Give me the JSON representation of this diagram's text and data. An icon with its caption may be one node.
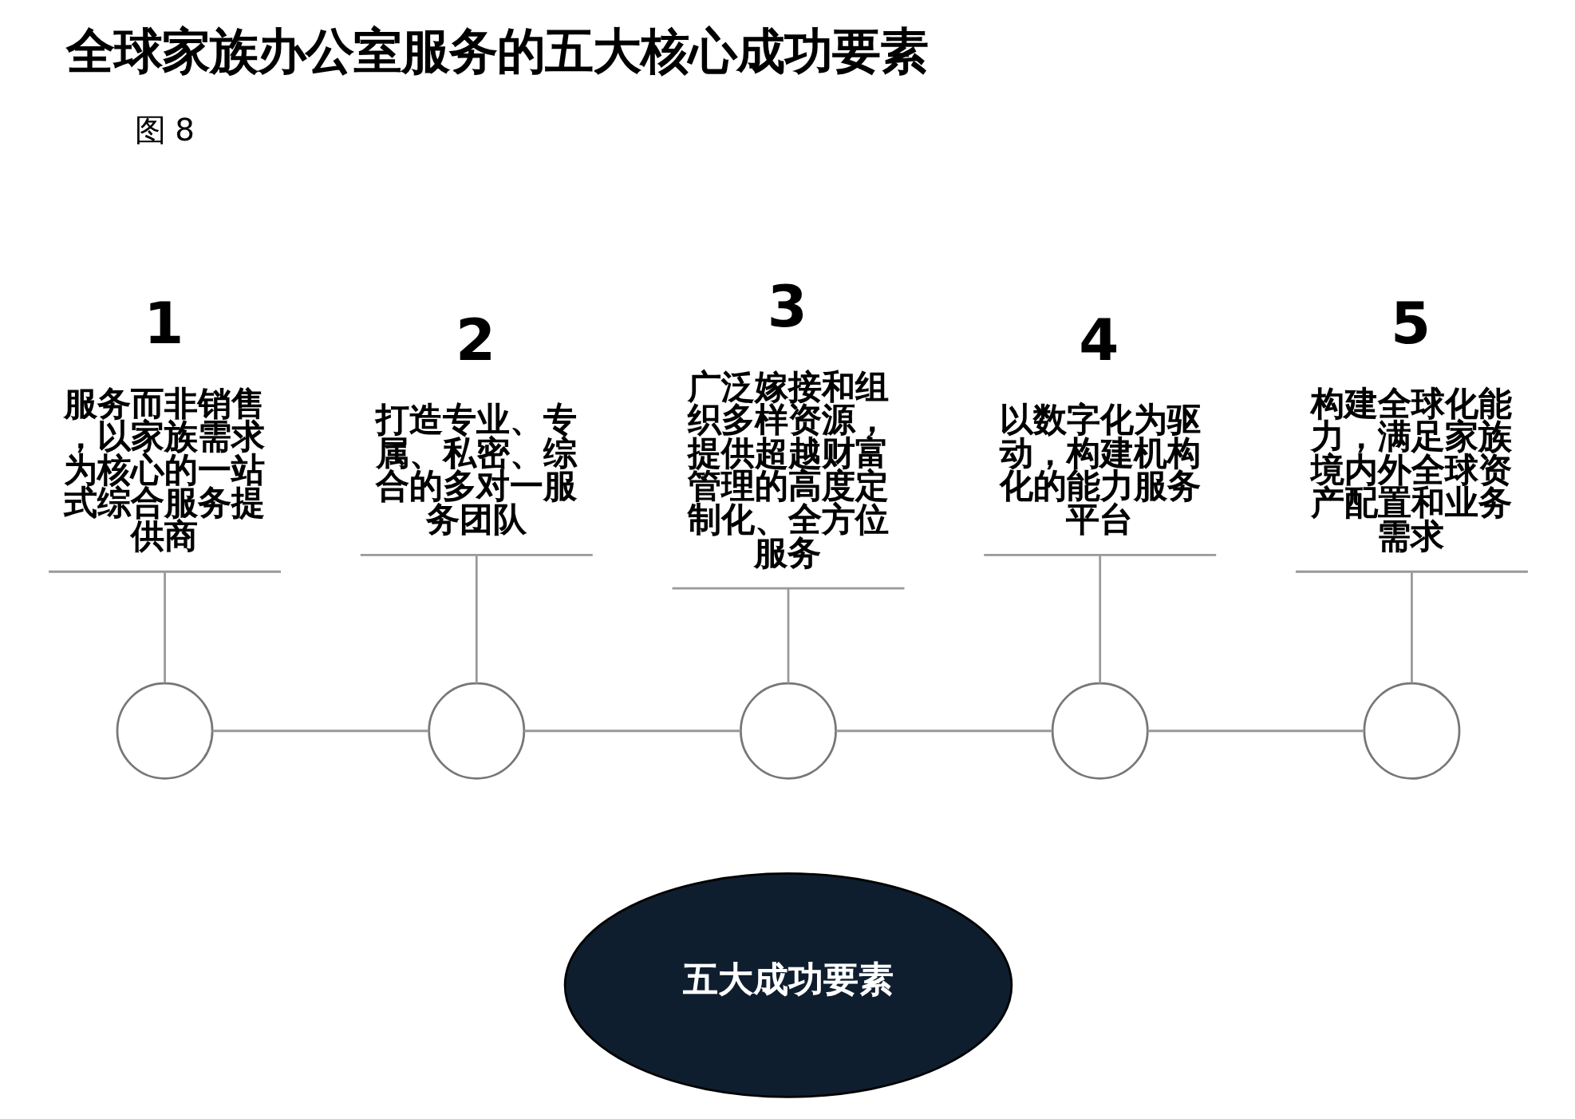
{
  "diagram": {
    "title": "全球家族办公室服务的五大核心成功要素",
    "nodes": [
      {
        "text": [
          "1",
          "服务而非销售，以家族需求为核心的一站式综合服务提供商"
        ]
      },
      {
        "text": [
          "2",
          "打造专业、专属、私密、综合的多对一服务团队"
        ]
      },
      {
        "text": [
          "3",
          "广泛嫁接和组织多样资源，提供超越财富管理的高度定制化、全方位服务"
        ]
      },
      {
        "text": [
          "4",
          "以数字化为驱动，构建机构化的能力服务平台"
        ]
      },
      {
        "text": [
          "5",
          "构建全球化能力，满足家族境内外全球资产配置和业务需求"
        ]
      },
      {
        "text": [],
        "shape": "circle"
      },
      {
        "text": [],
        "shape": "circle"
      },
      {
        "text": [],
        "shape": "circle"
      },
      {
        "text": [],
        "shape": "circle"
      },
      {
        "text": [],
        "shape": "circle"
      },
      {
        "text": [
          "五大成功要素"
        ]
      }
    ],
    "edges": [
      {
        "from": 0,
        "to": 5,
        "arrow": "none"
      },
      {
        "from": 1,
        "to": 6,
        "arrow": "none"
      },
      {
        "from": 2,
        "to": 7,
        "arrow": "none"
      },
      {
        "from": 3,
        "to": 8,
        "arrow": "none"
      },
      {
        "from": 4,
        "to": 9,
        "arrow": "none"
      },
      {
        "from": 5,
        "to": 6,
        "arrow": "none"
      },
      {
        "from": 6,
        "to": 7,
        "arrow": "none"
      },
      {
        "from": 7,
        "to": 8,
        "arrow": "none"
      },
      {
        "from": 8,
        "to": 9,
        "arrow": "none"
      }
    ],
    "labels": [
      "图 8"
    ]
  }
}
